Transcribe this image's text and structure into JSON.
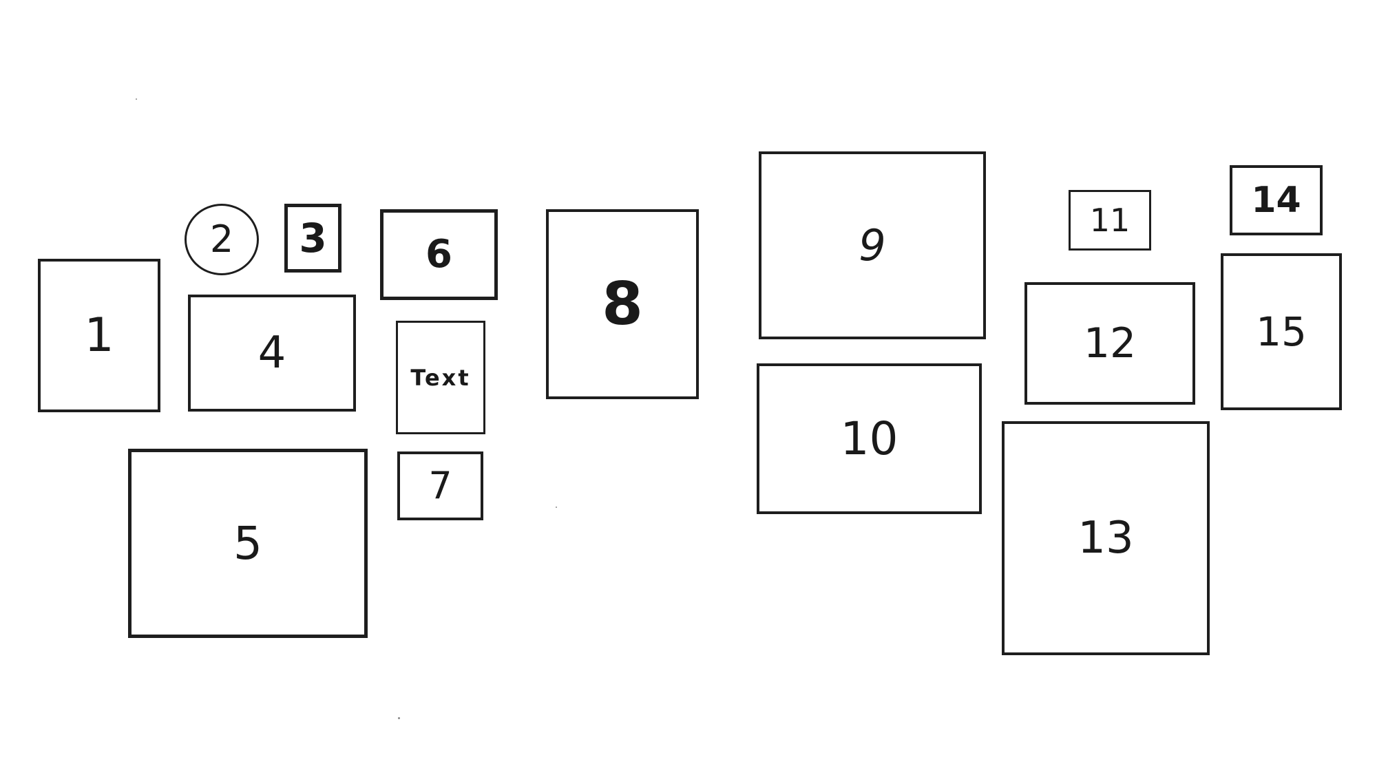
{
  "frames": [
    {
      "id": "1",
      "label": "1"
    },
    {
      "id": "2",
      "label": "2"
    },
    {
      "id": "3",
      "label": "3"
    },
    {
      "id": "4",
      "label": "4"
    },
    {
      "id": "5",
      "label": "5"
    },
    {
      "id": "6",
      "label": "6"
    },
    {
      "id": "text",
      "label": "Text"
    },
    {
      "id": "7",
      "label": "7"
    },
    {
      "id": "8",
      "label": "8"
    },
    {
      "id": "9",
      "label": "9"
    },
    {
      "id": "10",
      "label": "10"
    },
    {
      "id": "11",
      "label": "11"
    },
    {
      "id": "12",
      "label": "12"
    },
    {
      "id": "13",
      "label": "13"
    },
    {
      "id": "14",
      "label": "14"
    },
    {
      "id": "15",
      "label": "15"
    }
  ]
}
